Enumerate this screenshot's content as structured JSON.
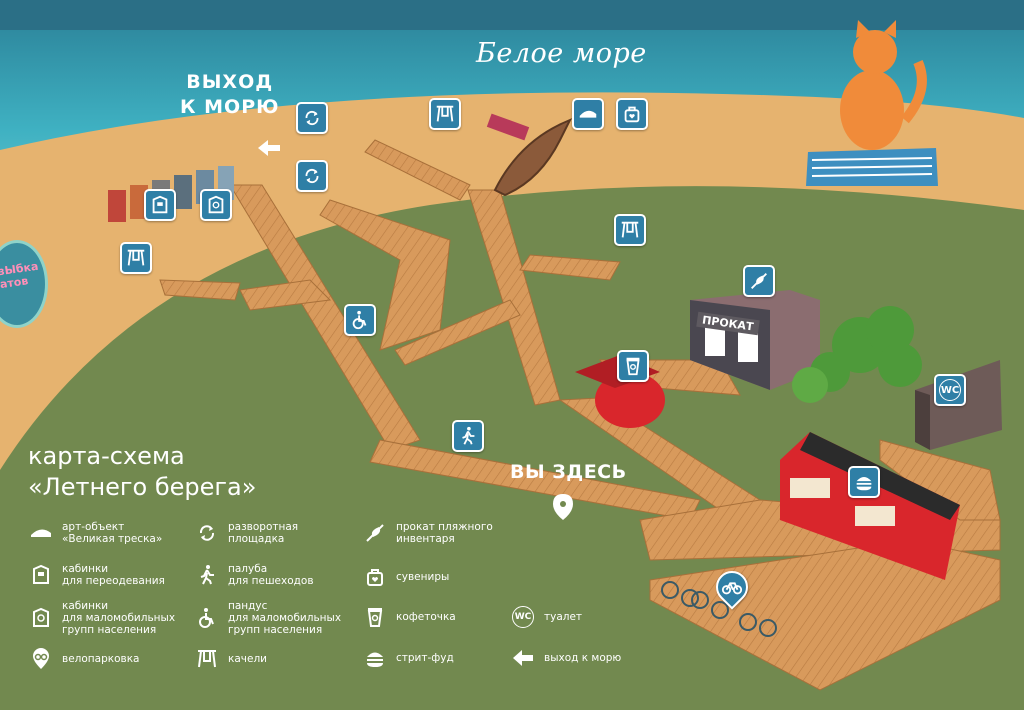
{
  "sea_label": "Белое море",
  "exit_label_line1": "ВЫХОД",
  "exit_label_line2": "К МОРЮ",
  "you_are_here": "ВЫ ЗДЕСЬ",
  "map_title_line1": "карта-схема",
  "map_title_line2": "«Летнего берега»",
  "badge_text": "зЫбка атов",
  "pins": {
    "turn_1": "turnaround-icon",
    "turn_2": "turnaround-icon",
    "swing_1": "swing-icon",
    "swing_2": "swing-icon",
    "swing_3": "swing-icon",
    "art_object": "fish-icon",
    "souvenirs": "souvenir-bag-icon",
    "cabin": "changing-cabin-icon",
    "cabin_accessible": "accessible-cabin-icon",
    "ramp": "wheelchair-icon",
    "walkway": "pedestrian-icon",
    "coffee": "coffee-cup-icon",
    "rental": "kayak-icon",
    "wc": "WC",
    "street_food": "burger-icon",
    "bike_parking": "bicycle-icon"
  },
  "rental_sign": "ПРОКАТ",
  "legend": [
    {
      "icon": "fish-icon",
      "text": "арт-объект\n«Великая треска»"
    },
    {
      "icon": "changing-cabin-icon",
      "text": "кабинки\nдля переодевания"
    },
    {
      "icon": "accessible-cabin-icon",
      "text": "кабинки\nдля маломобильных\nгрупп населения"
    },
    {
      "icon": "bike-pin-icon",
      "text": "велопарковка"
    },
    {
      "icon": "turnaround-icon",
      "text": "разворотная\nплощадка"
    },
    {
      "icon": "pedestrian-icon",
      "text": "палуба\nдля пешеходов"
    },
    {
      "icon": "wheelchair-icon",
      "text": "пандус\nдля маломобильных\nгрупп населения"
    },
    {
      "icon": "swing-icon",
      "text": "качели"
    },
    {
      "icon": "kayak-icon",
      "text": "прокат пляжного\nинвентаря"
    },
    {
      "icon": "souvenir-bag-icon",
      "text": "сувениры"
    },
    {
      "icon": "coffee-cup-icon",
      "text": "кофеточка"
    },
    {
      "icon": "burger-icon",
      "text": "стрит-фуд"
    },
    {
      "icon": "wc-icon",
      "text": "туалет",
      "wc_text": "WC"
    },
    {
      "icon": "exit-arrow-icon",
      "text": "выход к морю"
    }
  ],
  "colors": {
    "sea": "#2f8fa6",
    "sand": "#e6b36f",
    "grass": "#72894f",
    "deck": "#d79a5f",
    "pin": "#2f7fa6",
    "street_food_truck": "#d9262c",
    "coffee_kiosk": "#d9262c"
  }
}
